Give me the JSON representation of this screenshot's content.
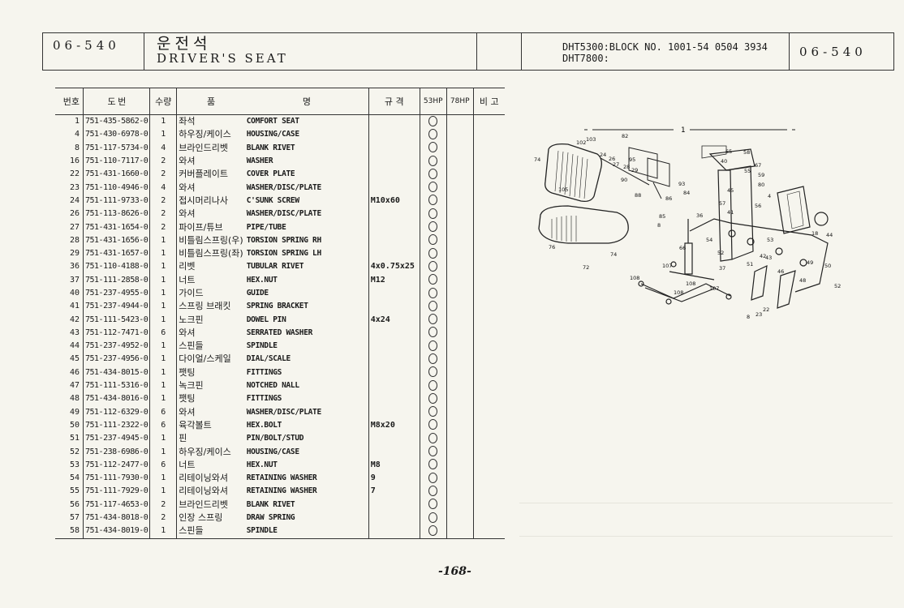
{
  "header": {
    "section_code": "06-540",
    "title_ko": "운전석",
    "title_en": "DRIVER'S SEAT",
    "model_line1": "DHT5300:BLOCK NO. 1001-54 0504 3934",
    "model_line2": "DHT7800:",
    "section_code_right": "06-540"
  },
  "table": {
    "columns": [
      "번호",
      "도   번",
      "수량",
      "품",
      "명",
      "규 격",
      "53HP",
      "78HP",
      "비 고"
    ],
    "rows": [
      {
        "no": "1",
        "part": "751-435-5862-0",
        "qty": "1",
        "ko": "좌석",
        "en": "COMFORT SEAT",
        "spec": "",
        "hp53": true
      },
      {
        "no": "4",
        "part": "751-430-6978-0",
        "qty": "1",
        "ko": "하우징/케이스",
        "en": "HOUSING/CASE",
        "spec": "",
        "hp53": true
      },
      {
        "no": "8",
        "part": "751-117-5734-0",
        "qty": "4",
        "ko": "브라인드리벳",
        "en": "BLANK RIVET",
        "spec": "",
        "hp53": true
      },
      {
        "no": "16",
        "part": "751-110-7117-0",
        "qty": "2",
        "ko": "와셔",
        "en": "WASHER",
        "spec": "",
        "hp53": true
      },
      {
        "no": "22",
        "part": "751-431-1660-0",
        "qty": "2",
        "ko": "커버플레이트",
        "en": "COVER PLATE",
        "spec": "",
        "hp53": true
      },
      {
        "no": "23",
        "part": "751-110-4946-0",
        "qty": "4",
        "ko": "와셔",
        "en": "WASHER/DISC/PLATE",
        "spec": "",
        "hp53": true
      },
      {
        "no": "24",
        "part": "751-111-9733-0",
        "qty": "2",
        "ko": "접시머리나사",
        "en": "C'SUNK SCREW",
        "spec": "M10x60",
        "hp53": true
      },
      {
        "no": "26",
        "part": "751-113-8626-0",
        "qty": "2",
        "ko": "와셔",
        "en": "WASHER/DISC/PLATE",
        "spec": "",
        "hp53": true
      },
      {
        "no": "27",
        "part": "751-431-1654-0",
        "qty": "2",
        "ko": "파이프/튜브",
        "en": "PIPE/TUBE",
        "spec": "",
        "hp53": true
      },
      {
        "no": "28",
        "part": "751-431-1656-0",
        "qty": "1",
        "ko": "비틀림스프링(우)",
        "en": "TORSION SPRING RH",
        "spec": "",
        "hp53": true
      },
      {
        "no": "29",
        "part": "751-431-1657-0",
        "qty": "1",
        "ko": "비틀림스프링(좌)",
        "en": "TORSION SPRING LH",
        "spec": "",
        "hp53": true
      },
      {
        "no": "36",
        "part": "751-110-4188-0",
        "qty": "1",
        "ko": "리벳",
        "en": "TUBULAR RIVET",
        "spec": "4x0.75x25",
        "hp53": true
      },
      {
        "no": "37",
        "part": "751-111-2858-0",
        "qty": "1",
        "ko": "너트",
        "en": "HEX.NUT",
        "spec": "M12",
        "hp53": true
      },
      {
        "no": "40",
        "part": "751-237-4955-0",
        "qty": "1",
        "ko": "가이드",
        "en": "GUIDE",
        "spec": "",
        "hp53": true
      },
      {
        "no": "41",
        "part": "751-237-4944-0",
        "qty": "1",
        "ko": "스프링 브래킷",
        "en": "SPRING BRACKET",
        "spec": "",
        "hp53": true
      },
      {
        "no": "42",
        "part": "751-111-5423-0",
        "qty": "1",
        "ko": "노크핀",
        "en": "DOWEL PIN",
        "spec": "4x24",
        "hp53": true
      },
      {
        "no": "43",
        "part": "751-112-7471-0",
        "qty": "6",
        "ko": "와셔",
        "en": "SERRATED WASHER",
        "spec": "",
        "hp53": true
      },
      {
        "no": "44",
        "part": "751-237-4952-0",
        "qty": "1",
        "ko": "스핀들",
        "en": "SPINDLE",
        "spec": "",
        "hp53": true
      },
      {
        "no": "45",
        "part": "751-237-4956-0",
        "qty": "1",
        "ko": "다이얼/스케일",
        "en": "DIAL/SCALE",
        "spec": "",
        "hp53": true
      },
      {
        "no": "46",
        "part": "751-434-8015-0",
        "qty": "1",
        "ko": "팻팅",
        "en": "FITTINGS",
        "spec": "",
        "hp53": true
      },
      {
        "no": "47",
        "part": "751-111-5316-0",
        "qty": "1",
        "ko": "녹크핀",
        "en": "NOTCHED NALL",
        "spec": "",
        "hp53": true
      },
      {
        "no": "48",
        "part": "751-434-8016-0",
        "qty": "1",
        "ko": "팻팅",
        "en": "FITTINGS",
        "spec": "",
        "hp53": true
      },
      {
        "no": "49",
        "part": "751-112-6329-0",
        "qty": "6",
        "ko": "와셔",
        "en": "WASHER/DISC/PLATE",
        "spec": "",
        "hp53": true
      },
      {
        "no": "50",
        "part": "751-111-2322-0",
        "qty": "6",
        "ko": "육각볼트",
        "en": "HEX.BOLT",
        "spec": "M8x20",
        "hp53": true
      },
      {
        "no": "51",
        "part": "751-237-4945-0",
        "qty": "1",
        "ko": "핀",
        "en": "PIN/BOLT/STUD",
        "spec": "",
        "hp53": true
      },
      {
        "no": "52",
        "part": "751-238-6986-0",
        "qty": "1",
        "ko": "하우징/케이스",
        "en": "HOUSING/CASE",
        "spec": "",
        "hp53": true
      },
      {
        "no": "53",
        "part": "751-112-2477-0",
        "qty": "6",
        "ko": "너트",
        "en": "HEX.NUT",
        "spec": "M8",
        "hp53": true
      },
      {
        "no": "54",
        "part": "751-111-7930-0",
        "qty": "1",
        "ko": "리테이닝와셔",
        "en": "RETAINING WASHER",
        "spec": "9",
        "hp53": true
      },
      {
        "no": "55",
        "part": "751-111-7929-0",
        "qty": "1",
        "ko": "리테이닝와셔",
        "en": "RETAINING WASHER",
        "spec": "7",
        "hp53": true
      },
      {
        "no": "56",
        "part": "751-117-4653-0",
        "qty": "2",
        "ko": "브라인드리벳",
        "en": "BLANK RIVET",
        "spec": "",
        "hp53": true
      },
      {
        "no": "57",
        "part": "751-434-8018-0",
        "qty": "2",
        "ko": "인장 스프링",
        "en": "DRAW SPRING",
        "spec": "",
        "hp53": true
      },
      {
        "no": "58",
        "part": "751-434-8019-0",
        "qty": "1",
        "ko": "스핀들",
        "en": "SPINDLE",
        "spec": "",
        "hp53": true
      }
    ]
  },
  "diagram": {
    "assembly_label": "1",
    "callouts": [
      "74",
      "102",
      "103",
      "105",
      "82",
      "24",
      "26",
      "27",
      "28",
      "29",
      "90",
      "95",
      "88",
      "93",
      "84",
      "86",
      "85",
      "8",
      "76",
      "72",
      "74",
      "36",
      "66",
      "107",
      "108",
      "107",
      "108",
      "108",
      "65",
      "58",
      "40",
      "67",
      "55",
      "59",
      "80",
      "45",
      "4",
      "56",
      "57",
      "41",
      "18",
      "44",
      "53",
      "43",
      "49",
      "50",
      "51",
      "52",
      "54",
      "37",
      "42",
      "46",
      "48",
      "52",
      "22",
      "23",
      "8"
    ]
  },
  "footer": {
    "page_number": "-168-"
  }
}
